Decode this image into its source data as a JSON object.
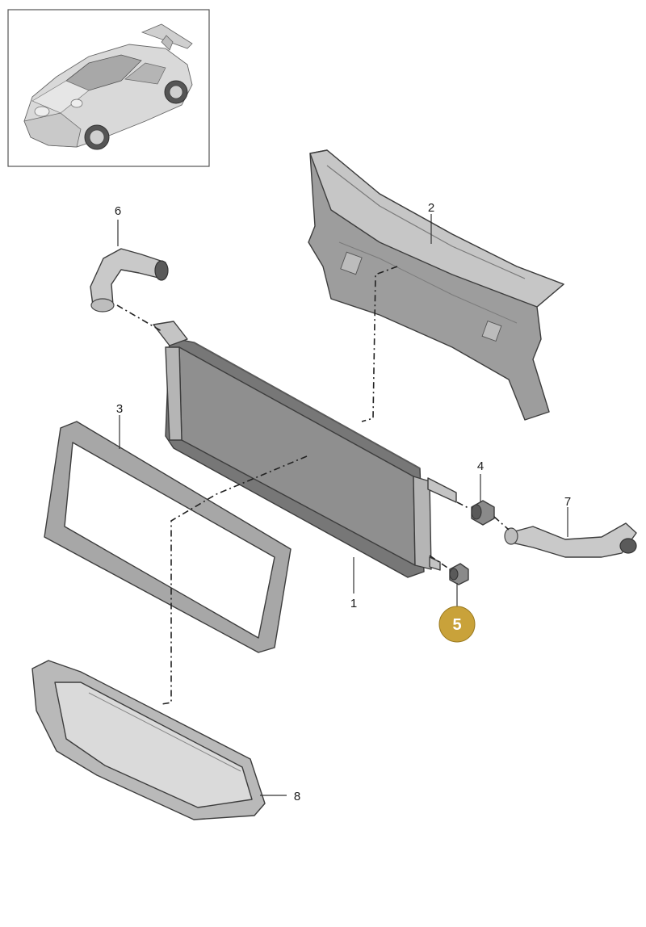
{
  "diagram": {
    "callouts": [
      {
        "id": "1",
        "label": "1"
      },
      {
        "id": "2",
        "label": "2"
      },
      {
        "id": "3",
        "label": "3"
      },
      {
        "id": "4",
        "label": "4"
      },
      {
        "id": "5",
        "label": "5",
        "highlighted": true
      },
      {
        "id": "6",
        "label": "6"
      },
      {
        "id": "7",
        "label": "7"
      },
      {
        "id": "8",
        "label": "8"
      }
    ],
    "colors": {
      "part_light": "#c8c8c8",
      "part_mid": "#a9a9a9",
      "part_dark": "#7e7e7e",
      "radiator_core": "#8f8f8f",
      "highlight": "#c9a23a",
      "outline": "#3d3d3d"
    },
    "icons": {
      "thumbnail": "car-thumbnail-icon"
    }
  }
}
